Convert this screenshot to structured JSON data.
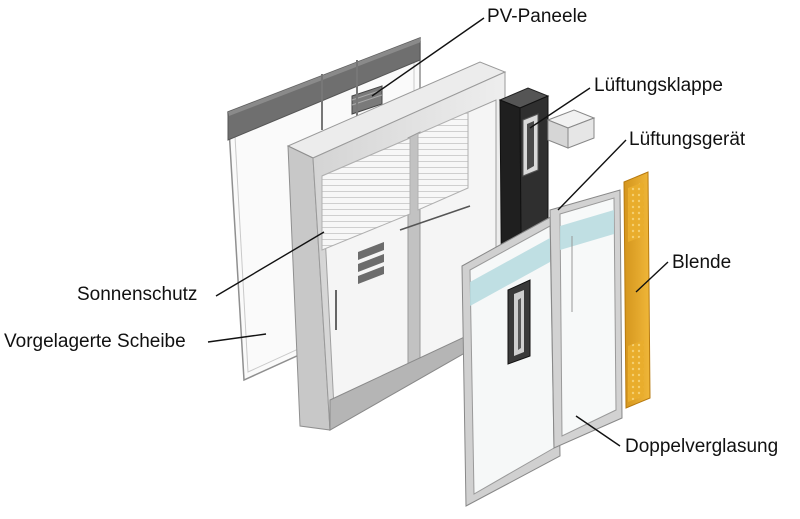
{
  "labels": {
    "pv_paneele": "PV-Paneele",
    "lueftungsklappe": "Lüftungsklappe",
    "lueftungsgeraet": "Lüftungsgerät",
    "blende": "Blende",
    "sonnenschutz": "Sonnenschutz",
    "vorgelagerte_scheibe": "Vorgelagerte Scheibe",
    "doppelverglasung": "Doppelverglasung"
  },
  "colors": {
    "frame_light": "#e3e3e3",
    "frame_mid": "#c4c4c4",
    "frame_dark": "#9a9a9a",
    "glass": "#f4f6f6",
    "glass_band": "#b9dce0",
    "dark_unit": "#2a2a2a",
    "blende": "#e6a827",
    "pv_top": "#6f6f6f",
    "leader": "#111111"
  }
}
